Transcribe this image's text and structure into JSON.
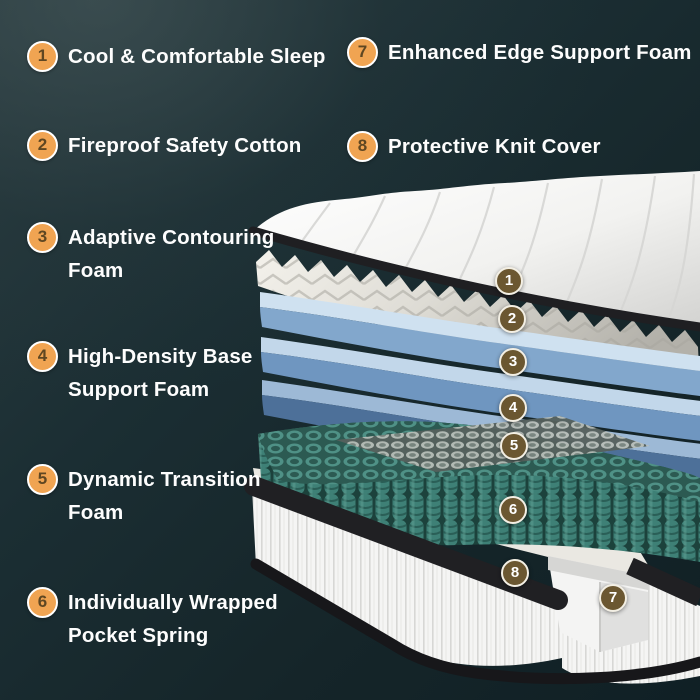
{
  "colors": {
    "background_dark_teal": "#152529",
    "accent_orange": "#f0a452",
    "diagram_badge_brown": "#6b5731",
    "text_white": "#fdfdfd",
    "spring_teal": "#3e8076",
    "foam_blue_light": "#cfe1f0",
    "foam_blue_mid": "#8db1d3",
    "foam_blue_steel": "#5f83ab",
    "base_band_black": "#202023"
  },
  "legend": {
    "items": [
      {
        "number": "1",
        "line1": "Cool & Comfortable Sleep",
        "line2": ""
      },
      {
        "number": "2",
        "line1": "Fireproof Safety Cotton",
        "line2": ""
      },
      {
        "number": "3",
        "line1": "Adaptive Contouring",
        "line2": "Foam"
      },
      {
        "number": "4",
        "line1": "High-Density Base",
        "line2": "Support Foam"
      },
      {
        "number": "5",
        "line1": "Dynamic Transition",
        "line2": "Foam"
      },
      {
        "number": "6",
        "line1": "Individually Wrapped",
        "line2": "Pocket Spring"
      },
      {
        "number": "7",
        "line1": "Enhanced Edge Support Foam",
        "line2": ""
      },
      {
        "number": "8",
        "line1": "Protective Knit Cover",
        "line2": ""
      }
    ]
  },
  "diagram": {
    "badge_numbers": [
      "1",
      "2",
      "3",
      "4",
      "5",
      "6",
      "7",
      "8"
    ]
  }
}
